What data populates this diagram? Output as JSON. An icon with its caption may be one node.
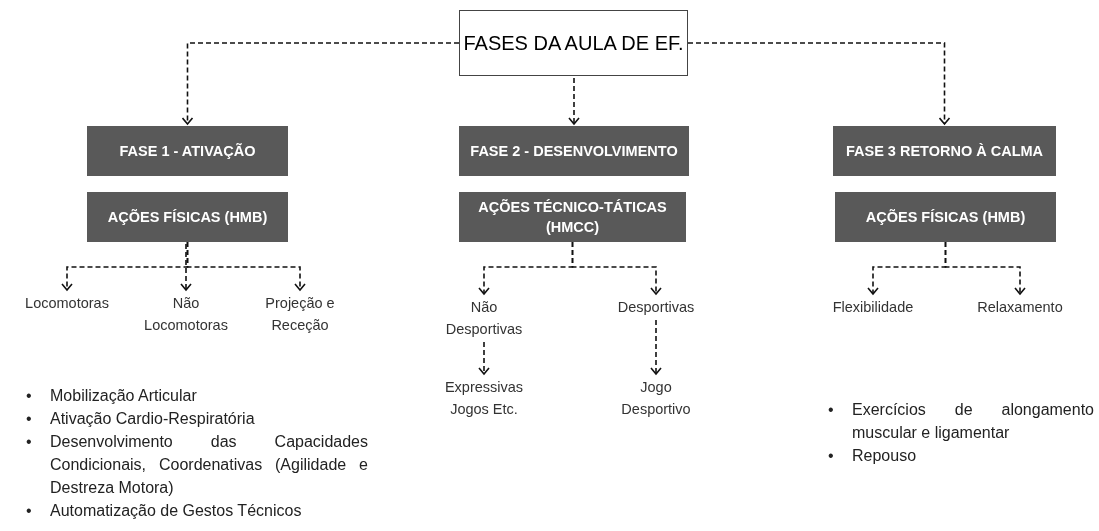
{
  "diagram": {
    "nodes": [
      {
        "text": [
          "FASES DA AULA DE EF."
        ]
      },
      {
        "text": [
          "FASE 1 - ATIVAÇÃO"
        ]
      },
      {
        "text": [
          "AÇÕES FÍSICAS (HMB)"
        ]
      },
      {
        "text": [
          "FASE 2 - DESENVOLVIMENTO"
        ]
      },
      {
        "text": [
          "AÇÕES TÉCNICO-TÁTICAS (HMCC)"
        ]
      },
      {
        "text": [
          "FASE 3  RETORNO À CALMA"
        ]
      },
      {
        "text": [
          "AÇÕES FÍSICAS (HMB)"
        ]
      },
      {
        "text": [
          "Locomotoras"
        ]
      },
      {
        "text": [
          "Não Locomotoras"
        ]
      },
      {
        "text": [
          "Projeção e Receção"
        ]
      },
      {
        "text": [
          "Não Desportivas"
        ]
      },
      {
        "text": [
          "Desportivas"
        ]
      },
      {
        "text": [
          "Expressivas Jogos Etc."
        ]
      },
      {
        "text": [
          "Jogo Desportivo"
        ]
      },
      {
        "text": [
          "Flexibilidade"
        ]
      },
      {
        "text": [
          "Relaxamento"
        ]
      }
    ],
    "edges": [
      {
        "from": 0,
        "to": 1,
        "arrow": "to"
      },
      {
        "from": 0,
        "to": 3,
        "arrow": "to"
      },
      {
        "from": 0,
        "to": 5,
        "arrow": "to"
      },
      {
        "from": 2,
        "to": 7,
        "arrow": "to"
      },
      {
        "from": 2,
        "to": 8,
        "arrow": "to"
      },
      {
        "from": 2,
        "to": 9,
        "arrow": "to"
      },
      {
        "from": 4,
        "to": 10,
        "arrow": "to"
      },
      {
        "from": 4,
        "to": 11,
        "arrow": "to"
      },
      {
        "from": 10,
        "to": 12,
        "arrow": "to"
      },
      {
        "from": 11,
        "to": 13,
        "arrow": "to"
      },
      {
        "from": 6,
        "to": 14,
        "arrow": "to"
      },
      {
        "from": 6,
        "to": 15,
        "arrow": "to"
      }
    ],
    "labels": [
      "•",
      "Mobilização Articular",
      "•",
      "Ativação Cardio-Respiratória",
      "•",
      "Desenvolvimento das Capacidades Condicionais, Coordenativas (Agilidade e Destreza Motora)",
      "•",
      "Automatização de Gestos Técnicos",
      "•",
      "Exercícios de alongamento muscular e ligamentar",
      "•",
      "Repouso"
    ]
  }
}
